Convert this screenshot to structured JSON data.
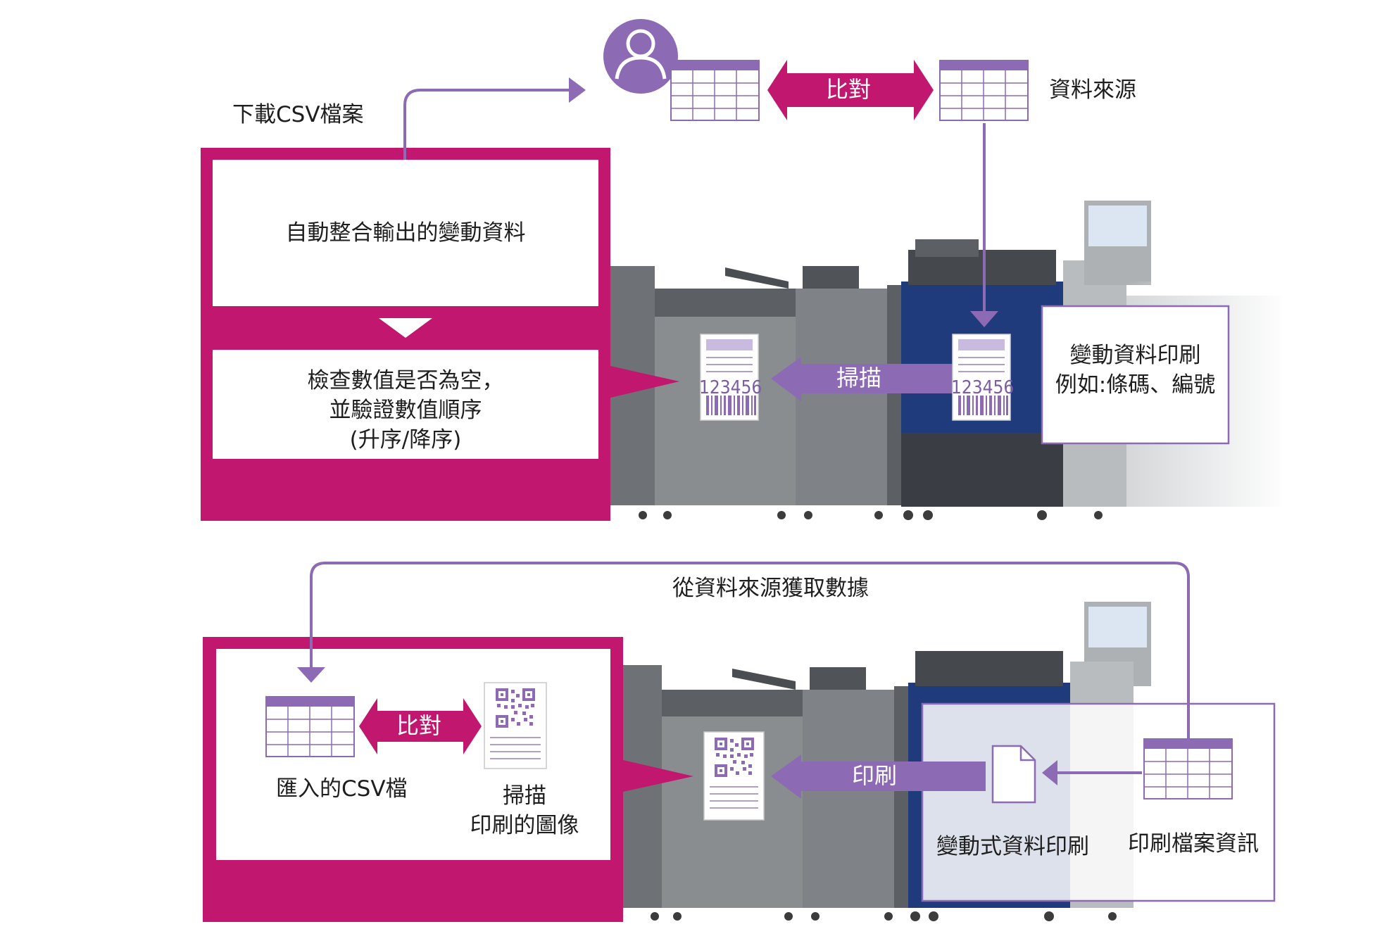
{
  "colors": {
    "magenta": "#c2176f",
    "purple": "#8c6ab4",
    "purple_light": "#b39dd0",
    "machine_gray": "#8a8d90",
    "machine_dark": "#3e4147",
    "machine_blue": "#1f3b7c"
  },
  "top": {
    "download_csv": "下載CSV檔案",
    "compare": "比對",
    "data_source": "資料來源",
    "auto_integrate": "自動整合輸出的變動資料",
    "check_line1": "檢查數值是否為空，",
    "check_line2": "並驗證數值順序",
    "check_line3": "(升序/降序)",
    "scan": "掃描",
    "barcode_number": "123456",
    "variable_print_line1": "變動資料印刷",
    "variable_print_line2": "例如:條碼、編號"
  },
  "bottom": {
    "fetch_from_source": "從資料來源獲取數據",
    "compare": "比對",
    "imported_csv": "匯入的CSV檔",
    "scan_line1": "掃描",
    "scan_line2": "印刷的圖像",
    "print": "印刷",
    "variable_print": "變動式資料印刷",
    "print_file_info": "印刷檔案資訊"
  },
  "icons": [
    "user-icon",
    "table-icon",
    "document-icon",
    "qr-document-icon",
    "file-icon",
    "printer-machine"
  ]
}
